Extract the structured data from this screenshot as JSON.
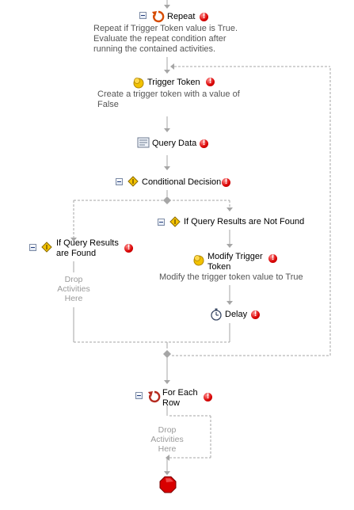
{
  "activities": {
    "repeat": {
      "title": "Repeat",
      "icon": "repeat-icon",
      "description": "Repeat if Trigger Token value is True. Evaluate the repeat condition after running the contained activities."
    },
    "trigger_token": {
      "title": "Trigger Token",
      "icon": "token-icon",
      "description": "Create a trigger token with a value of False"
    },
    "query_data": {
      "title": "Query Data",
      "icon": "query-icon"
    },
    "conditional_decision": {
      "title": "Conditional Decision",
      "icon": "decision-icon"
    },
    "found_branch": {
      "title": "If Query Results are Found",
      "icon": "branch-icon",
      "drop_text": "Drop Activities Here"
    },
    "not_found_branch": {
      "title": "If Query Results are Not Found",
      "icon": "branch-icon"
    },
    "modify_trigger_token": {
      "title": "Modify Trigger Token",
      "icon": "token-icon",
      "description": "Modify the trigger token value to True"
    },
    "delay": {
      "title": "Delay",
      "icon": "stopwatch-icon"
    },
    "for_each_row": {
      "title": "For Each Row",
      "icon": "loop-icon",
      "drop_text": "Drop Activities Here"
    },
    "end": {
      "icon": "stop-octagon-icon"
    }
  },
  "error_marker": "!",
  "colors": {
    "connector": "#a6a6a6",
    "error": "#d90000",
    "description_text": "#555555",
    "drop_text": "#9a9a9a",
    "stop": "#d80000"
  }
}
